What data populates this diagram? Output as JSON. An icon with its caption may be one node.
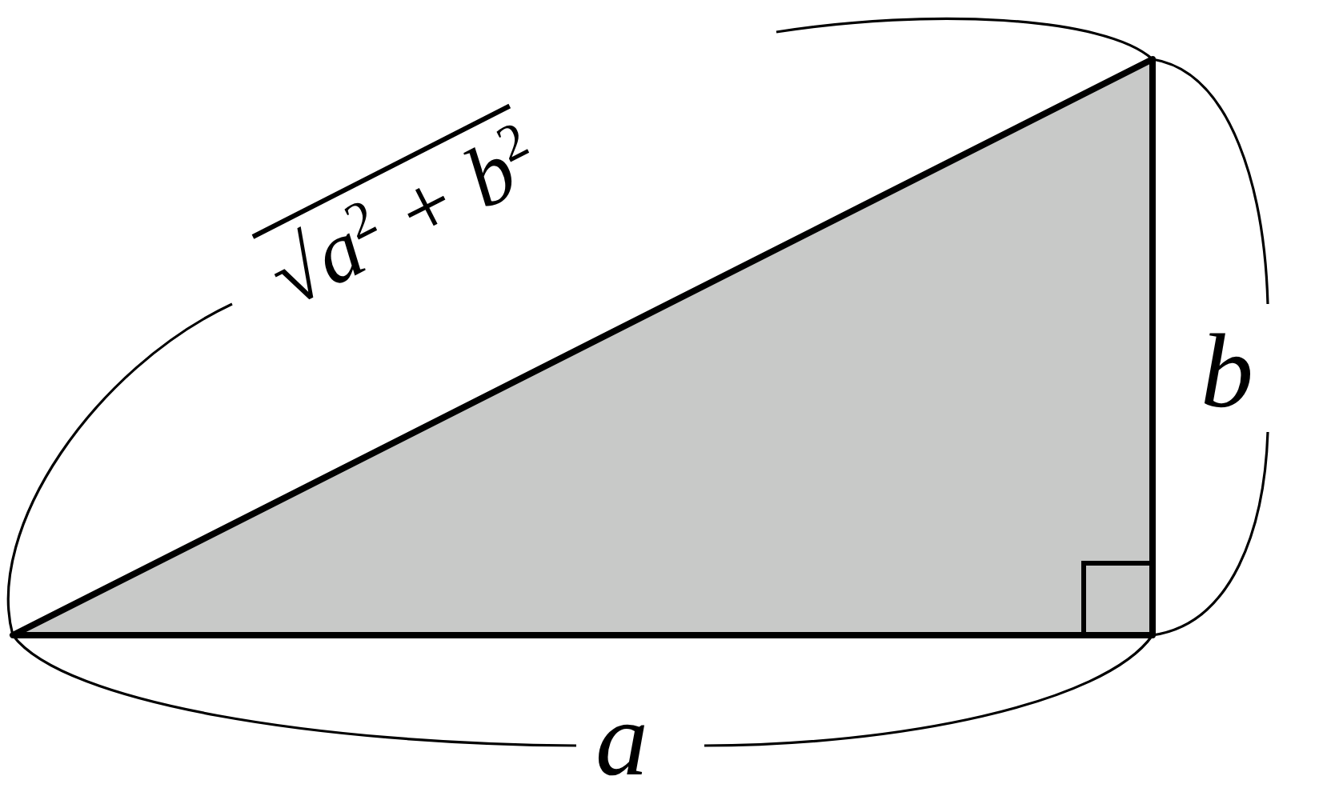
{
  "diagram": {
    "labels": [
      "√a$^{2}$ + b$^{2}$",
      "b",
      "a"
    ]
  }
}
